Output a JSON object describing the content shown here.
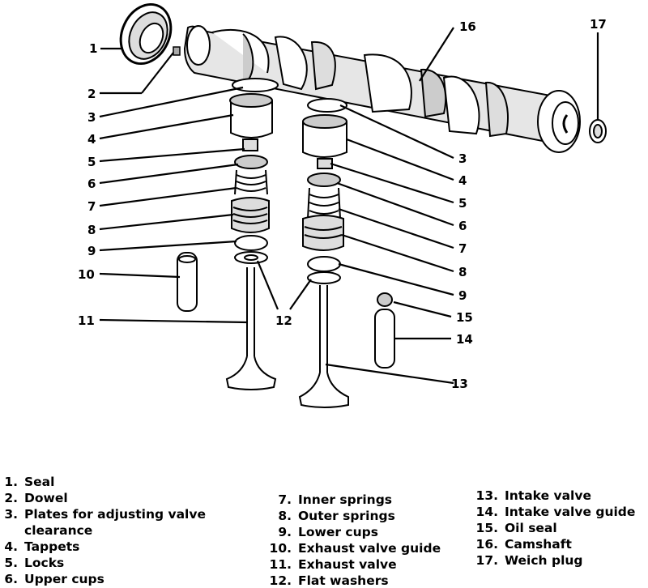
{
  "callouts": {
    "n1": "1",
    "n2": "2",
    "n3": "3",
    "n4": "4",
    "n5": "5",
    "n6": "6",
    "n7": "7",
    "n8": "8",
    "n9": "9",
    "n10": "10",
    "n11": "11",
    "n12": "12",
    "n13": "13",
    "n14": "14",
    "n15": "15",
    "n16": "16",
    "n17": "17"
  },
  "legend": [
    {
      "num": "1.",
      "label": "Seal"
    },
    {
      "num": "2.",
      "label": "Dowel"
    },
    {
      "num": "3.",
      "label": "Plates for adjusting valve"
    },
    {
      "num": "",
      "label": "clearance"
    },
    {
      "num": "4.",
      "label": "Tappets"
    },
    {
      "num": "5.",
      "label": "Locks"
    },
    {
      "num": "6.",
      "label": "Upper cups"
    },
    {
      "num": "7.",
      "label": "Inner springs"
    },
    {
      "num": "8.",
      "label": "Outer springs"
    },
    {
      "num": "9.",
      "label": "Lower cups"
    },
    {
      "num": "10.",
      "label": "Exhaust valve guide"
    },
    {
      "num": "11.",
      "label": "Exhaust valve"
    },
    {
      "num": "12.",
      "label": "Flat washers"
    },
    {
      "num": "13.",
      "label": "Intake valve"
    },
    {
      "num": "14.",
      "label": "Intake valve guide"
    },
    {
      "num": "15.",
      "label": "Oil seal"
    },
    {
      "num": "16.",
      "label": "Camshaft"
    },
    {
      "num": "17.",
      "label": "Weich plug"
    }
  ]
}
